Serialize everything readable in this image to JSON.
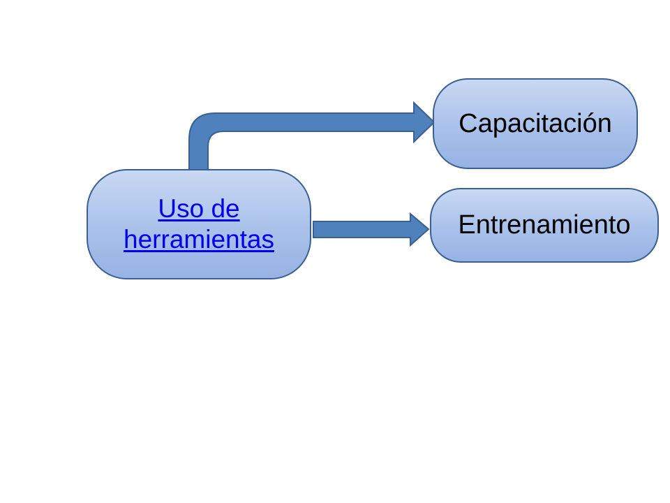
{
  "diagram": {
    "source_node": {
      "label_line1": "Uso de",
      "label_line2": "herramientas"
    },
    "target_nodes": {
      "top": "Capacitación",
      "bottom": "Entrenamiento"
    },
    "colors": {
      "arrow_fill": "#4f81bd",
      "arrow_stroke": "#3a5f93",
      "node_fill_top": "#c9d8f3",
      "node_fill_bottom": "#97b3e4",
      "node_border": "#3a5f93",
      "link_text": "#0000ee"
    }
  }
}
